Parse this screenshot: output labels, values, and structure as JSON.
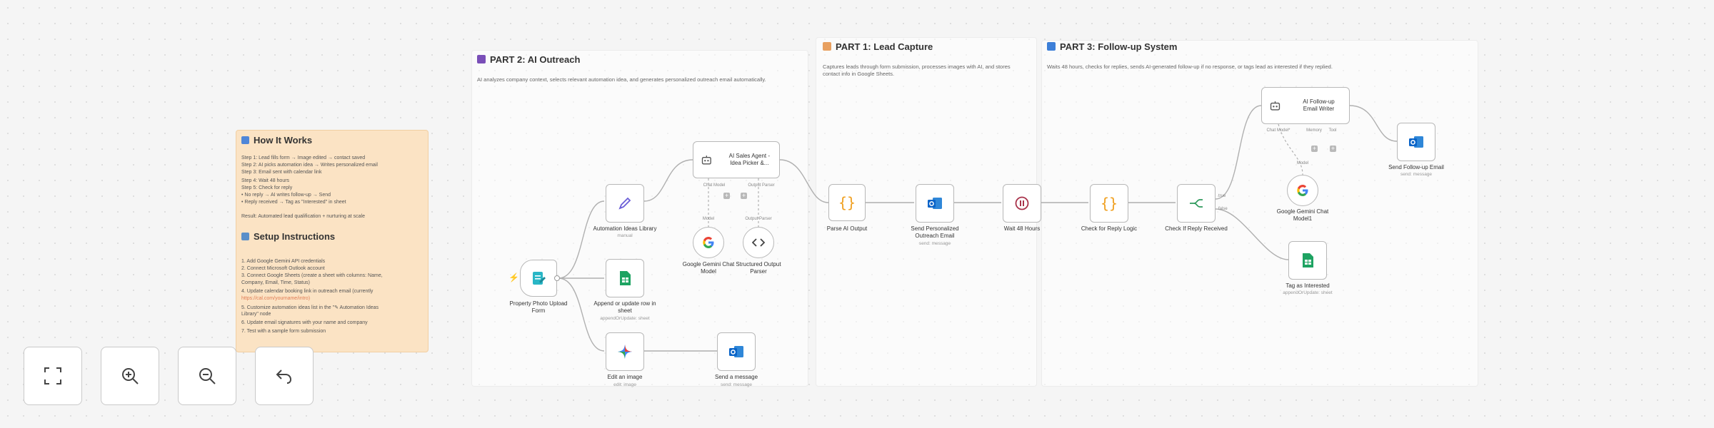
{
  "sections": {
    "part2": {
      "title": "PART 2: AI Outreach",
      "description": "AI analyzes company context, selects relevant automation idea, and generates personalized outreach email automatically."
    },
    "part1": {
      "title": "PART 1: Lead Capture",
      "description_line1": "Captures leads through form submission, processes images with AI, and stores",
      "description_line2": "contact info in Google Sheets."
    },
    "part3": {
      "title": "PART 3: Follow-up System",
      "description": "Waits 48 hours, checks for replies, sends AI-generated follow-up if no response, or tags lead as interested if they replied."
    }
  },
  "how_it_works": {
    "title": "How It Works",
    "steps": [
      "Step 1: Lead fills form → Image edited → contact saved",
      "Step 2: AI picks automation idea → Writes personalized email",
      "Step 3: Email sent with calendar link",
      "Step 4: Wait 48 hours",
      "Step 5: Check for reply",
      "• No reply → AI writes follow-up → Send",
      "• Reply received → Tag as \"Interested\" in sheet"
    ],
    "result": "Result: Automated lead qualification + nurturing at scale",
    "setup_title": "Setup Instructions",
    "setup_steps": [
      "1. Add Google Gemini API credentials",
      "2. Connect Microsoft Outlook account",
      "3. Connect Google Sheets (create a sheet with columns: Name,",
      "    Company, Email, Time, Status)",
      "4. Update calendar booking link in outreach email (currently",
      "    https://cal.com/yourname/intro)",
      "5. Customize automation ideas list in the \"✎ Automation Ideas",
      "    Library\" node",
      "6. Update email signatures with your name and company",
      "7. Test with a sample form submission"
    ]
  },
  "nodes": {
    "form": {
      "label_line1": "Property Photo Upload",
      "label_line2": "Form"
    },
    "ideas": {
      "label": "Automation Ideas Library",
      "sub": "manual"
    },
    "append": {
      "label_line1": "Append or update row in",
      "label_line2": "sheet",
      "sub": "appendOrUpdate: sheet"
    },
    "edit_image": {
      "label": "Edit an image",
      "sub": "edit: image"
    },
    "send_message": {
      "label": "Send a message",
      "sub": "send: message"
    },
    "agent": {
      "label_line1": "AI Sales Agent -",
      "label_line2": "Idea Picker &...",
      "sub_chat": "Chat Model",
      "sub_parser": "Output Parser",
      "sub_model_small": "Model",
      "sub_parser_small": "Output Parser"
    },
    "gemini1": {
      "label_line1": "Google Gemini Chat",
      "label_line2": "Model"
    },
    "parser": {
      "label_line1": "Structured Output",
      "label_line2": "Parser"
    },
    "parse_ai": {
      "label": "Parse AI Output"
    },
    "send_outreach": {
      "label_line1": "Send Personalized",
      "label_line2": "Outreach Email",
      "sub": "send: message"
    },
    "wait": {
      "label": "Wait 48 Hours"
    },
    "check_logic": {
      "label": "Check for Reply Logic"
    },
    "if_reply": {
      "label": "Check If Reply Received",
      "true_label": "true",
      "false_label": "false"
    },
    "followup_writer": {
      "label_line1": "AI Follow-up",
      "label_line2": "Email Writer",
      "sub_chat": "Chat Model*",
      "sub_memory": "Memory",
      "sub_tool": "Tool"
    },
    "gemini2": {
      "label_line1": "Google Gemini Chat",
      "label_line2": "Model1",
      "sub_small": "Model"
    },
    "send_followup": {
      "label": "Send Follow-up Email",
      "sub": "send: message"
    },
    "tag": {
      "label": "Tag as Interested",
      "sub": "appendOrUpdate: sheet"
    }
  },
  "controls": {
    "fit": "fit-view",
    "zoom_in": "zoom-in",
    "zoom_out": "zoom-out",
    "undo": "undo"
  },
  "colors": {
    "sticky_orange": "#fbe3c4",
    "outlook_blue": "#0a64c8",
    "sheets_green": "#1ea362",
    "json_orange": "#f0a020",
    "wait_red": "#a8324a",
    "if_green": "#2e9a5c",
    "form_teal": "#29b6c6"
  }
}
